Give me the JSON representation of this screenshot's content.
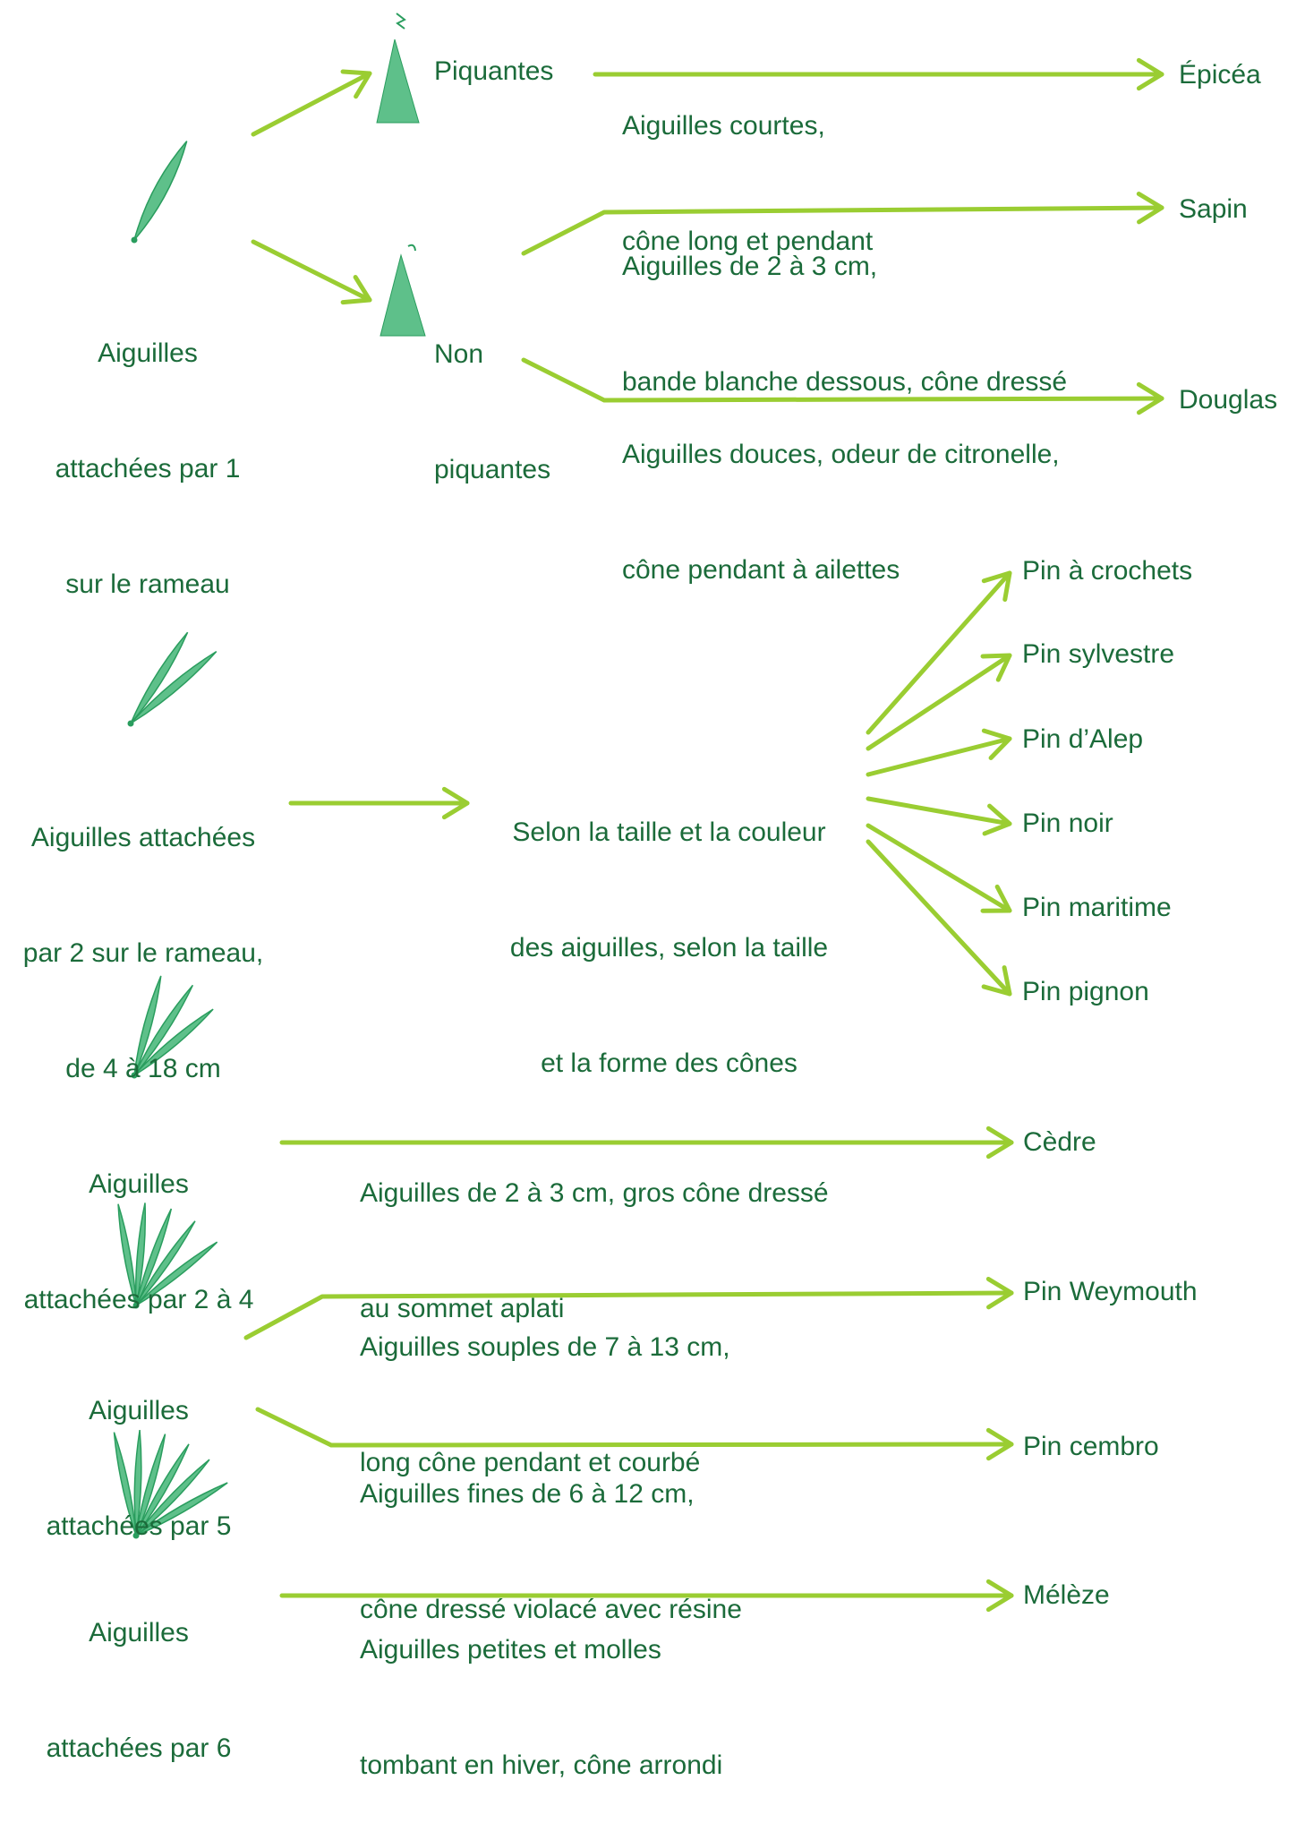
{
  "colors": {
    "text": "#1b6b3a",
    "arrow": "#9acd32",
    "leaf": "#5ec08a",
    "leaf_stroke": "#2a9d5e"
  },
  "section1": {
    "label": [
      "Aiguilles",
      "attachées par 1",
      "sur le rameau"
    ],
    "piquantes": "Piquantes",
    "non_piquantes": [
      "Non",
      "piquantes"
    ],
    "epicea_desc": [
      "Aiguilles courtes,",
      "cône long et pendant"
    ],
    "epicea": "Épicéa",
    "sapin_desc": [
      "Aiguilles de 2 à 3 cm,",
      "bande blanche dessous, cône dressé"
    ],
    "sapin": "Sapin",
    "douglas_desc": [
      "Aiguilles douces, odeur de citronelle,",
      "cône pendant à ailettes"
    ],
    "douglas": "Douglas"
  },
  "section2": {
    "label": [
      "Aiguilles attachées",
      "par 2 sur le rameau,",
      "de 4 à 18 cm"
    ],
    "criteria": [
      "Selon la taille et la couleur",
      "des aiguilles, selon la taille",
      "et la forme des cônes"
    ],
    "pins": [
      "Pin à crochets",
      "Pin sylvestre",
      "Pin d’Alep",
      "Pin noir",
      "Pin maritime",
      "Pin pignon"
    ]
  },
  "section3": {
    "label": [
      "Aiguilles",
      "attachées par 2 à 4"
    ],
    "desc": [
      "Aiguilles de 2 à 3 cm, gros cône dressé",
      "au sommet aplati"
    ],
    "result": "Cèdre"
  },
  "section4": {
    "label": [
      "Aiguilles",
      "attachées par 5"
    ],
    "weymouth_desc": [
      "Aiguilles souples de 7 à 13 cm,",
      "long cône pendant et courbé"
    ],
    "weymouth": "Pin Weymouth",
    "cembro_desc": [
      "Aiguilles fines de 6 à 12 cm,",
      "cône dressé violacé avec résine"
    ],
    "cembro": "Pin cembro"
  },
  "section5": {
    "label": [
      "Aiguilles",
      "attachées par 6"
    ],
    "desc": [
      "Aiguilles petites et molles",
      "tombant en hiver, cône arrondi"
    ],
    "result": "Mélèze"
  }
}
